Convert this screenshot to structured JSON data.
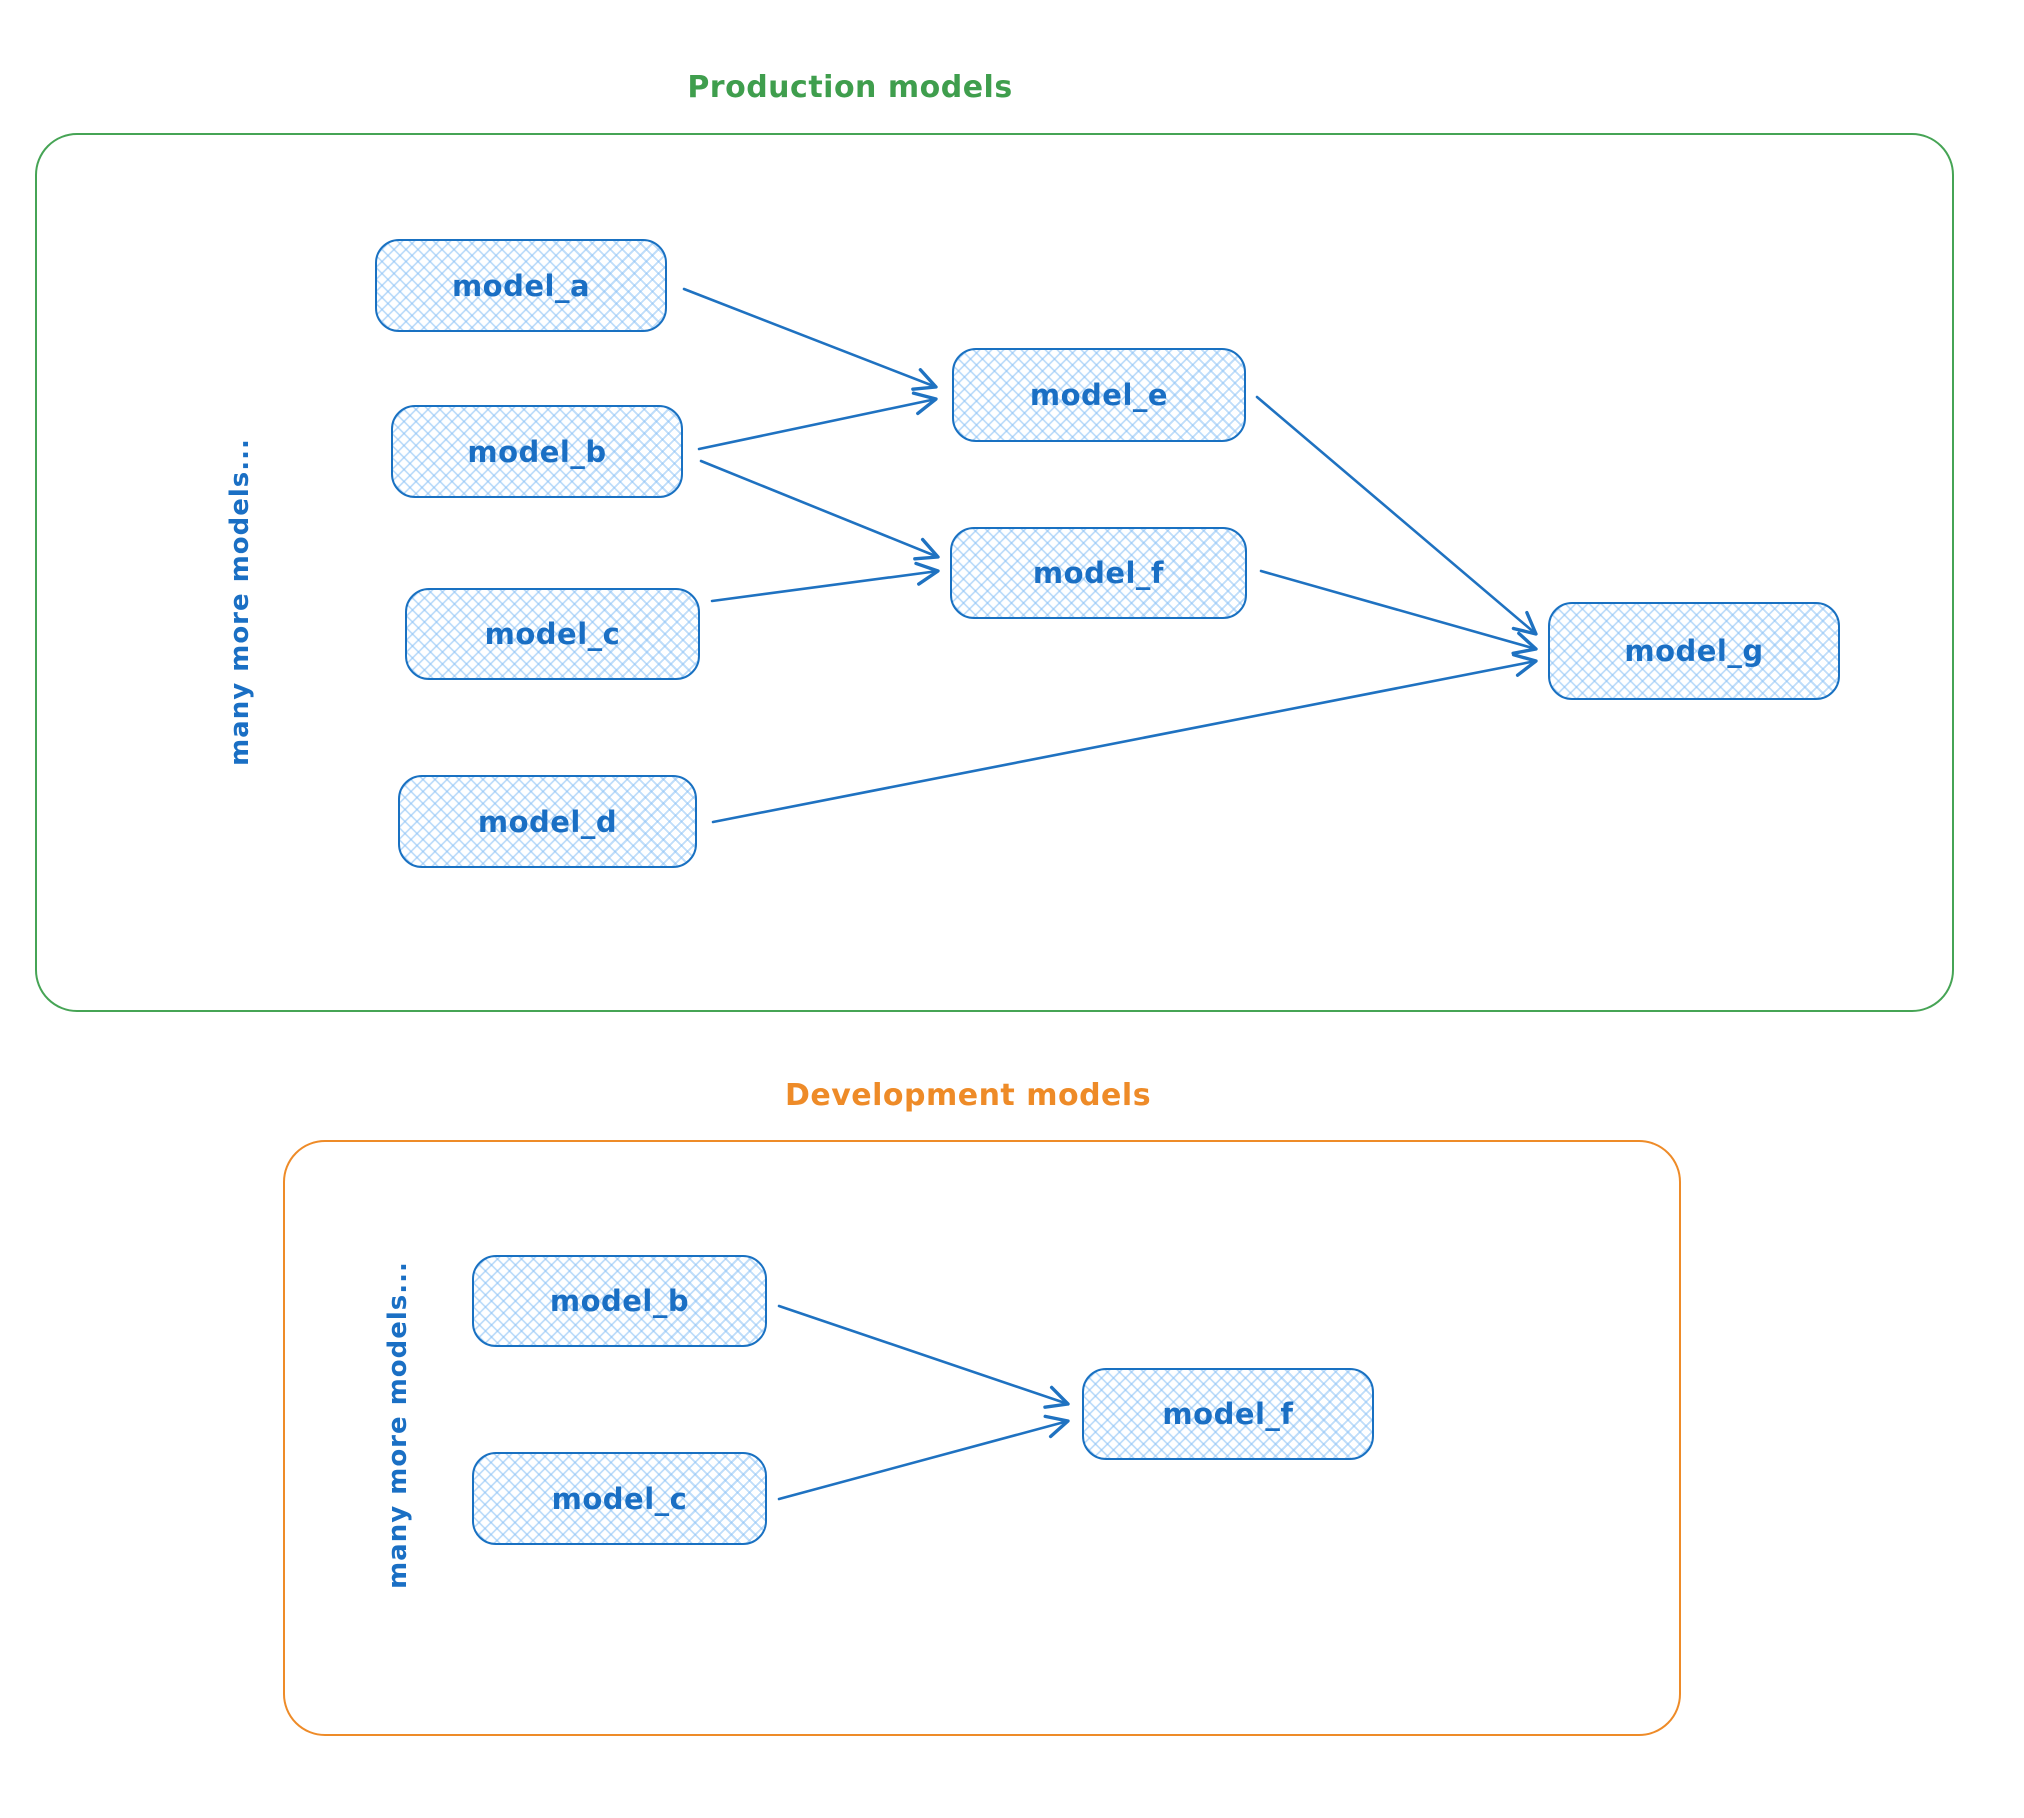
{
  "diagram": {
    "style": {
      "node_stroke_color": "#1971c2",
      "node_fill_color": "#a5d8ff",
      "node_fill_style": "cross-hatch",
      "production_accent_color": "#46a455",
      "development_accent_color": "#ee8b28",
      "arrow_color": "#1f72c1"
    },
    "production": {
      "title": "Production models",
      "side_label": "many more models...",
      "nodes": [
        {
          "id": "model_a",
          "label": "model_a"
        },
        {
          "id": "model_b",
          "label": "model_b"
        },
        {
          "id": "model_c",
          "label": "model_c"
        },
        {
          "id": "model_d",
          "label": "model_d"
        },
        {
          "id": "model_e",
          "label": "model_e"
        },
        {
          "id": "model_f",
          "label": "model_f"
        },
        {
          "id": "model_g",
          "label": "model_g"
        }
      ],
      "edges": [
        {
          "from": "model_a",
          "to": "model_e"
        },
        {
          "from": "model_b",
          "to": "model_e"
        },
        {
          "from": "model_b",
          "to": "model_f"
        },
        {
          "from": "model_c",
          "to": "model_f"
        },
        {
          "from": "model_e",
          "to": "model_g"
        },
        {
          "from": "model_f",
          "to": "model_g"
        },
        {
          "from": "model_d",
          "to": "model_g"
        }
      ]
    },
    "development": {
      "title": "Development models",
      "side_label": "many more models...",
      "nodes": [
        {
          "id": "model_b",
          "label": "model_b"
        },
        {
          "id": "model_c",
          "label": "model_c"
        },
        {
          "id": "model_f",
          "label": "model_f"
        }
      ],
      "edges": [
        {
          "from": "model_b",
          "to": "model_f"
        },
        {
          "from": "model_c",
          "to": "model_f"
        }
      ]
    }
  }
}
